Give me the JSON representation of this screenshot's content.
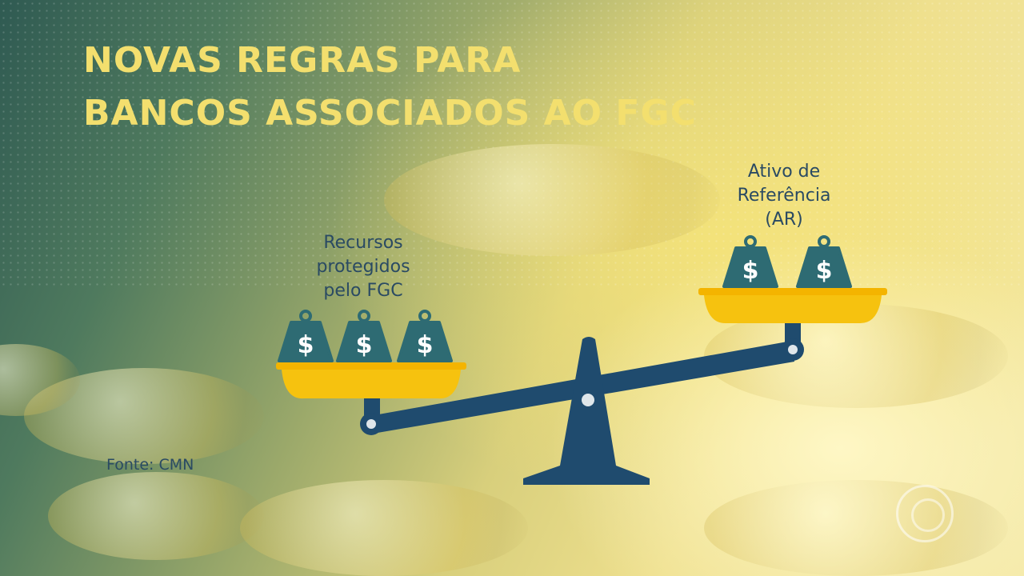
{
  "title": {
    "line1": "NOVAS REGRAS PARA",
    "line2": "BANCOS ASSOCIADOS AO FGC"
  },
  "left_pan": {
    "label_lines": [
      "Recursos",
      "protegidos",
      "pelo FGC"
    ],
    "weight_symbol": "$",
    "weight_count": 3
  },
  "right_pan": {
    "label_lines": [
      "Ativo de",
      "Referência",
      "(AR)"
    ],
    "weight_symbol": "$",
    "weight_count": 2
  },
  "source": "Fonte: CMN",
  "colors": {
    "title": "#f3df6e",
    "navy": "#1f4b6e",
    "weight_teal": "#2e6b73",
    "pan_gold": "#f2b705"
  },
  "icons": [
    "balance-scale-icon",
    "dollar-weight-icon",
    "broadcaster-logo"
  ]
}
